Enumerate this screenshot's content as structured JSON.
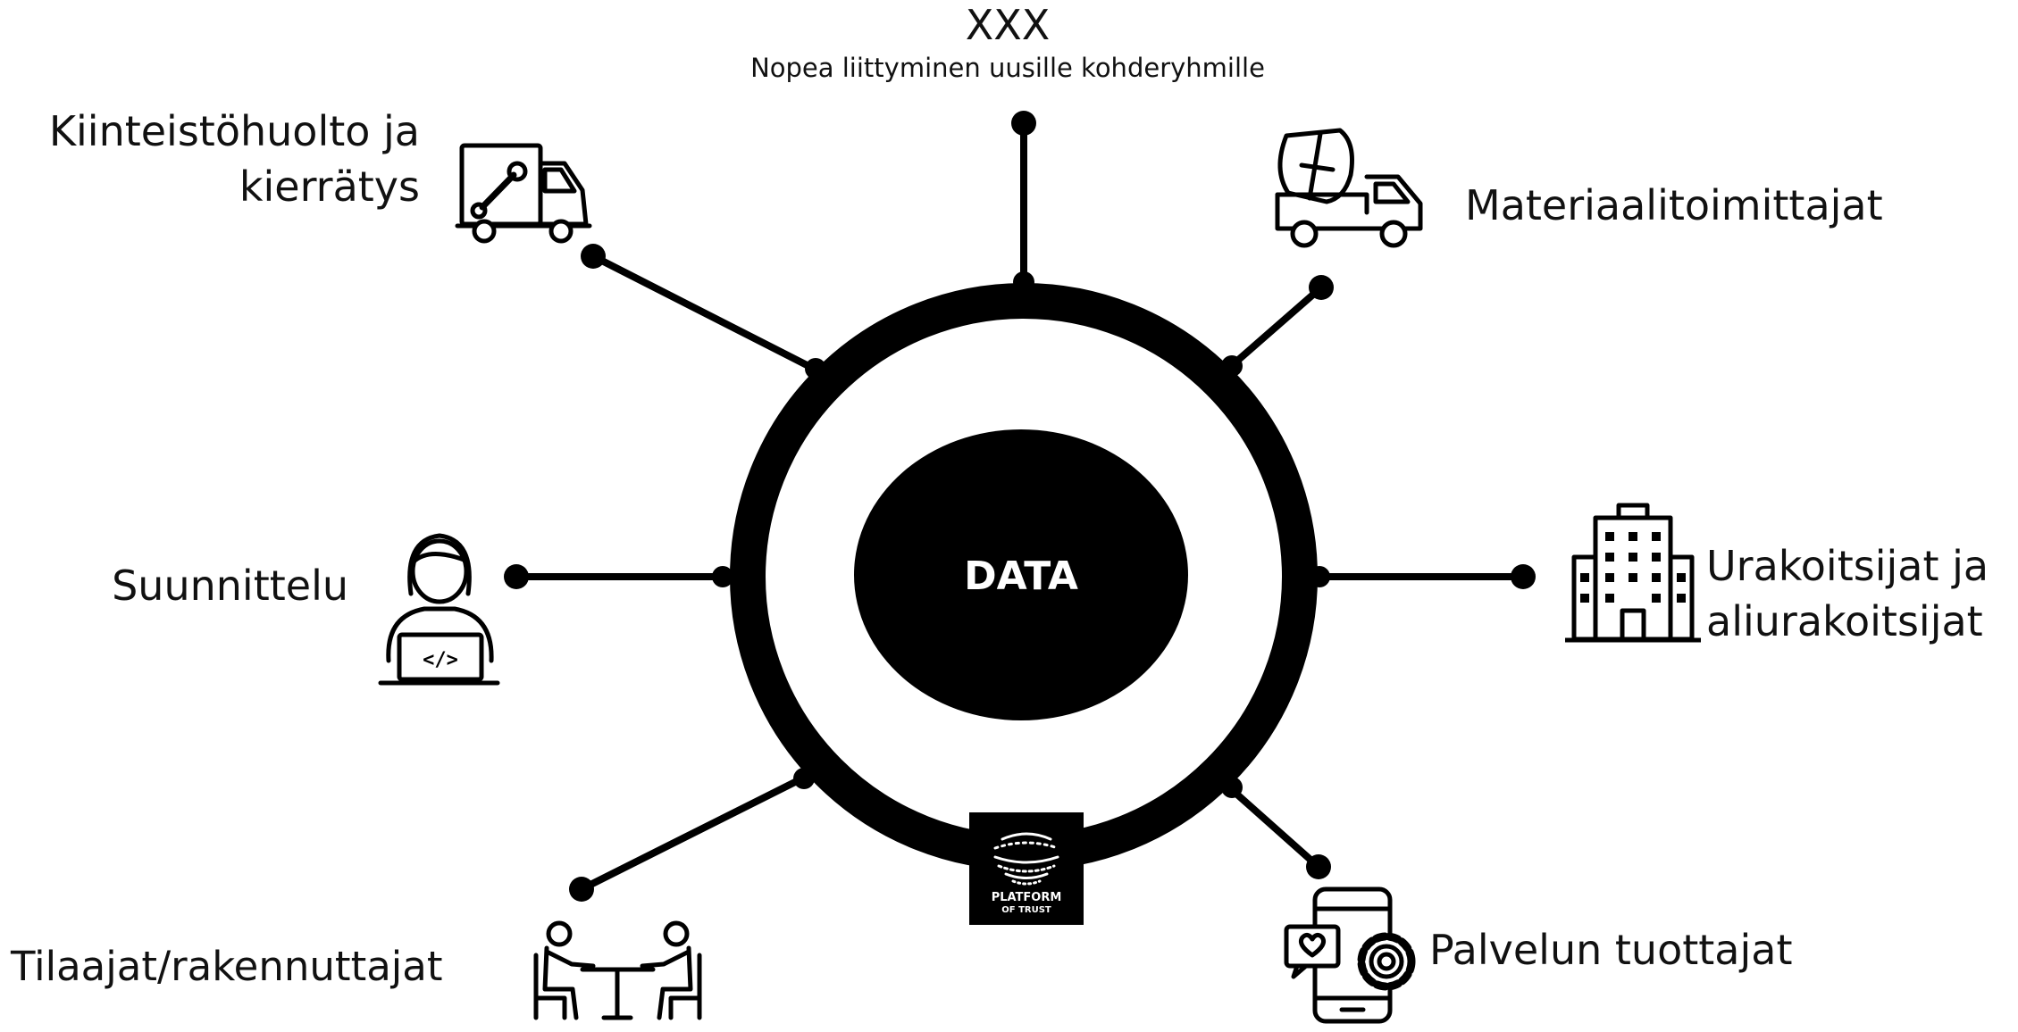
{
  "diagram": {
    "hub": {
      "label": "DATA"
    },
    "top": {
      "title": "XXX",
      "subtitle": "Nopea liittyminen uusille kohderyhmille"
    },
    "nodes": {
      "kiinteisto": {
        "line1": "Kiinteistöhuolto ja",
        "line2": "kierrätys",
        "icon": "service-truck-icon"
      },
      "materiaali": {
        "label": "Materiaalitoimittajat",
        "icon": "cement-mixer-truck-icon"
      },
      "suunnittelu": {
        "label": "Suunnittelu",
        "icon": "designer-laptop-icon"
      },
      "urakoitsijat": {
        "line1": "Urakoitsijat ja",
        "line2": "aliurakoitsijat",
        "icon": "office-building-icon"
      },
      "tilaajat": {
        "label": "Tilaajat/rakennuttajat",
        "icon": "meeting-table-icon"
      },
      "palvelu": {
        "label": "Palvelun tuottajat",
        "icon": "mobile-app-gear-icon"
      }
    },
    "logo": {
      "line1": "PLATFORM",
      "line2": "OF TRUST"
    },
    "colors": {
      "ink": "#000000",
      "background": "#ffffff"
    }
  }
}
